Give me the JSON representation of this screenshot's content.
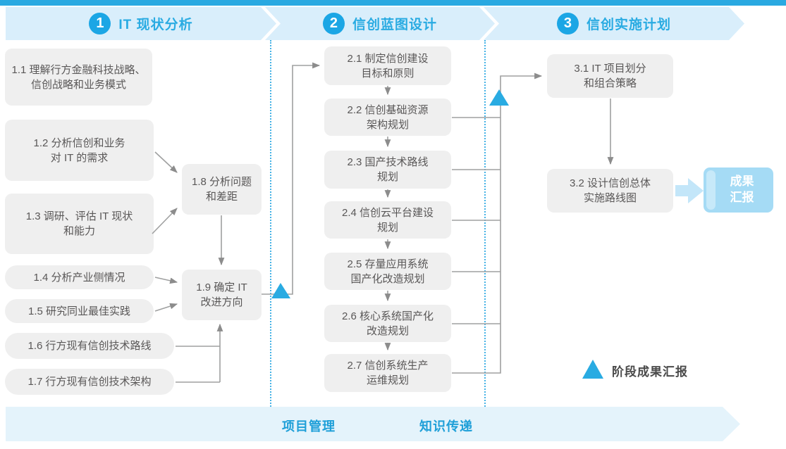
{
  "header": {
    "phases": [
      {
        "number": "1",
        "label": "IT 现状分析"
      },
      {
        "number": "2",
        "label": "信创蓝图设计"
      },
      {
        "number": "3",
        "label": "信创实施计划"
      }
    ]
  },
  "steps": {
    "s11": "1.1 理解行方金融科技战略、\n信创战略和业务模式",
    "s12": "1.2 分析信创和业务\n对 IT 的需求",
    "s13": "1.3 调研、评估 IT 现状\n和能力",
    "s14": "1.4 分析产业侧情况",
    "s15": "1.5 研究同业最佳实践",
    "s16": "1.6 行方现有信创技术路线",
    "s17": "1.7 行方现有信创技术架构",
    "s18": "1.8 分析问题\n和差距",
    "s19": "1.9 确定 IT\n改进方向",
    "s21": "2.1 制定信创建设\n目标和原则",
    "s22": "2.2 信创基础资源\n架构规划",
    "s23": "2.3 国产技术路线\n规划",
    "s24": "2.4 信创云平台建设\n规划",
    "s25": "2.5 存量应用系统\n国产化改造规划",
    "s26": "2.6 核心系统国产化\n改造规划",
    "s27": "2.7 信创系统生产\n运维规划",
    "s31": "3.1 IT 项目划分\n和组合策略",
    "s32": "3.2 设计信创总体\n实施路线图"
  },
  "result_box": {
    "label": "成果\n汇报"
  },
  "legend": {
    "label": "阶段成果汇报"
  },
  "footer": {
    "left_label": "项目管理",
    "right_label": "知识传递"
  },
  "colors": {
    "accent_blue": "#29ABE2",
    "band_bg": "#D9EEFB",
    "box_bg": "#EFEFEF",
    "box_text": "#595757",
    "line_gray": "#9FA0A0",
    "footer_bg": "#E4F3FB",
    "result_box_bg": "#A5DBF5",
    "top_strip": "#2AA9E1"
  }
}
